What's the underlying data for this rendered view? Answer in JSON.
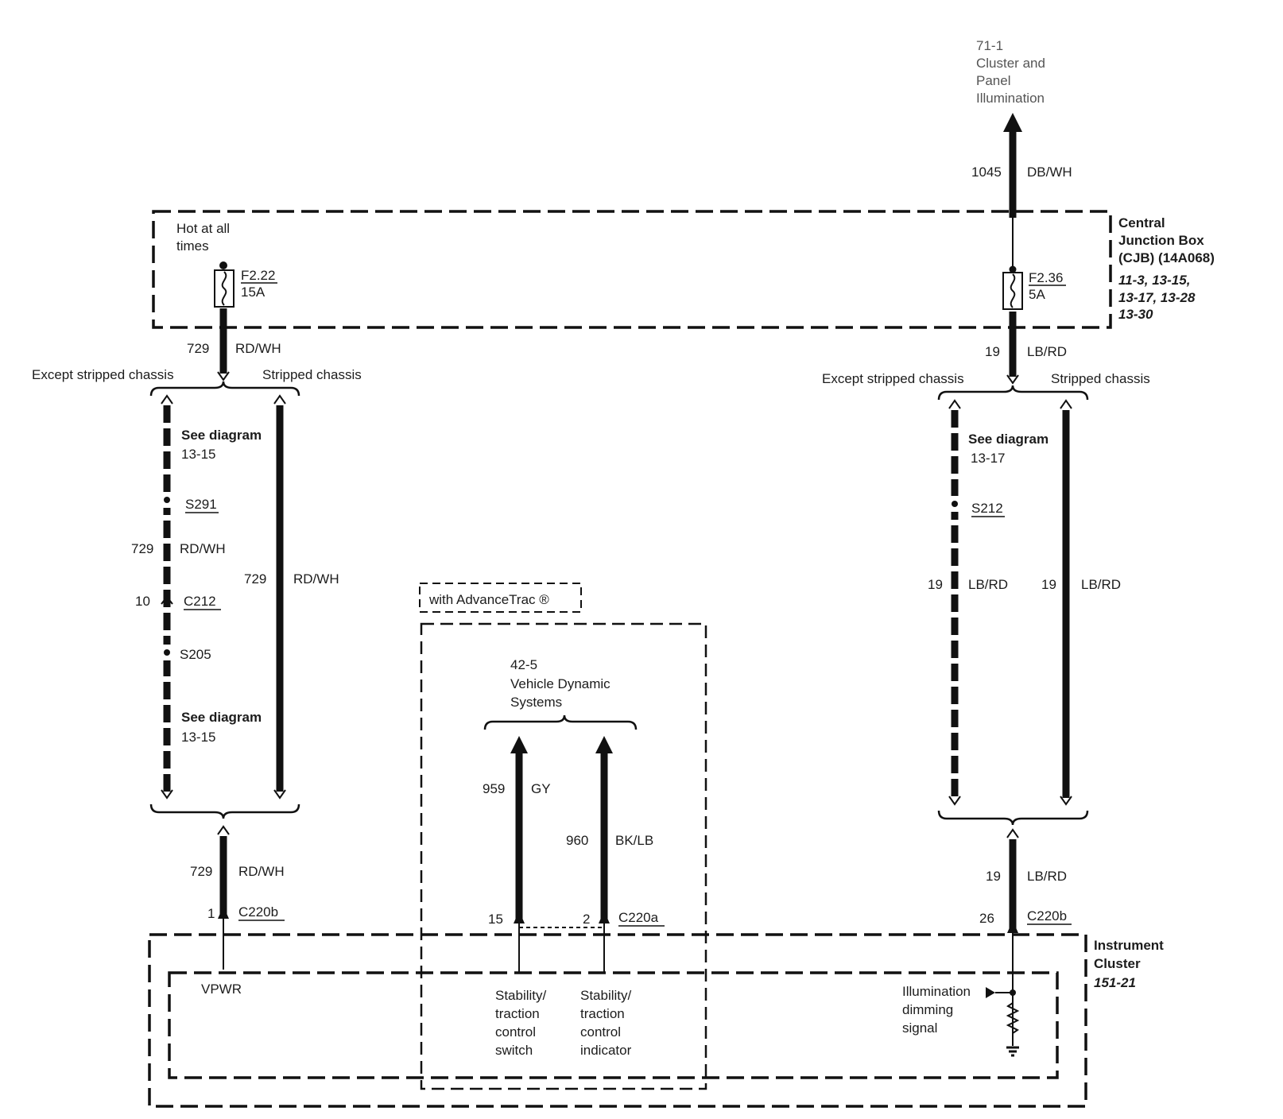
{
  "top_ref": {
    "line1": "71-1",
    "line2": "Cluster and",
    "line3": "Panel",
    "line4": "Illumination"
  },
  "top_wire": {
    "circuit": "1045",
    "color": "DB/WH"
  },
  "cjb": {
    "title1": "Central",
    "title2": "Junction Box",
    "title3": "(CJB) (14A068)",
    "refs1": "11-3, 13-15,",
    "refs2": "13-17, 13-28",
    "refs3": "13-30",
    "hot1": "Hot at all",
    "hot2": "times",
    "fuse_left": {
      "id": "F2.22",
      "rating": "15A"
    },
    "fuse_right": {
      "id": "F2.36",
      "rating": "5A"
    }
  },
  "left": {
    "wire_top": {
      "circuit": "729",
      "color": "RD/WH"
    },
    "except_label": "Except stripped chassis",
    "stripped_label": "Stripped chassis",
    "see1": "See diagram",
    "see1_ref": "13-15",
    "splice1": "S291",
    "mid_circuit": "729",
    "mid_color": "RD/WH",
    "pin_c212": "10",
    "conn_c212": "C212",
    "splice2": "S205",
    "see2": "See diagram",
    "see2_ref": "13-15",
    "stripped_circuit": "729",
    "stripped_color": "RD/WH",
    "wire_bottom": {
      "circuit": "729",
      "color": "RD/WH"
    },
    "pin": "1",
    "connector": "C220b"
  },
  "right": {
    "wire_top": {
      "circuit": "19",
      "color": "LB/RD"
    },
    "except_label": "Except stripped chassis",
    "stripped_label": "Stripped chassis",
    "see": "See diagram",
    "see_ref": "13-17",
    "splice": "S212",
    "except_circuit": "19",
    "except_color": "LB/RD",
    "stripped_circuit": "19",
    "stripped_color": "LB/RD",
    "wire_bottom": {
      "circuit": "19",
      "color": "LB/RD"
    },
    "pin": "26",
    "connector": "C220b"
  },
  "advancetrac": {
    "label": "with AdvanceTrac ®",
    "ref_num": "42-5",
    "ref_line1": "Vehicle Dynamic",
    "ref_line2": "Systems",
    "wire_a": {
      "circuit": "959",
      "color": "GY",
      "pin": "15"
    },
    "wire_b": {
      "circuit": "960",
      "color": "BK/LB",
      "pin": "2"
    },
    "connector": "C220a"
  },
  "cluster": {
    "title1": "Instrument",
    "title2": "Cluster",
    "ref": "151-21",
    "vpwr": "VPWR",
    "switch": [
      "Stability/",
      "traction",
      "control",
      "switch"
    ],
    "indicator": [
      "Stability/",
      "traction",
      "control",
      "indicator"
    ],
    "dimming": [
      "Illumination",
      "dimming",
      "signal"
    ]
  }
}
